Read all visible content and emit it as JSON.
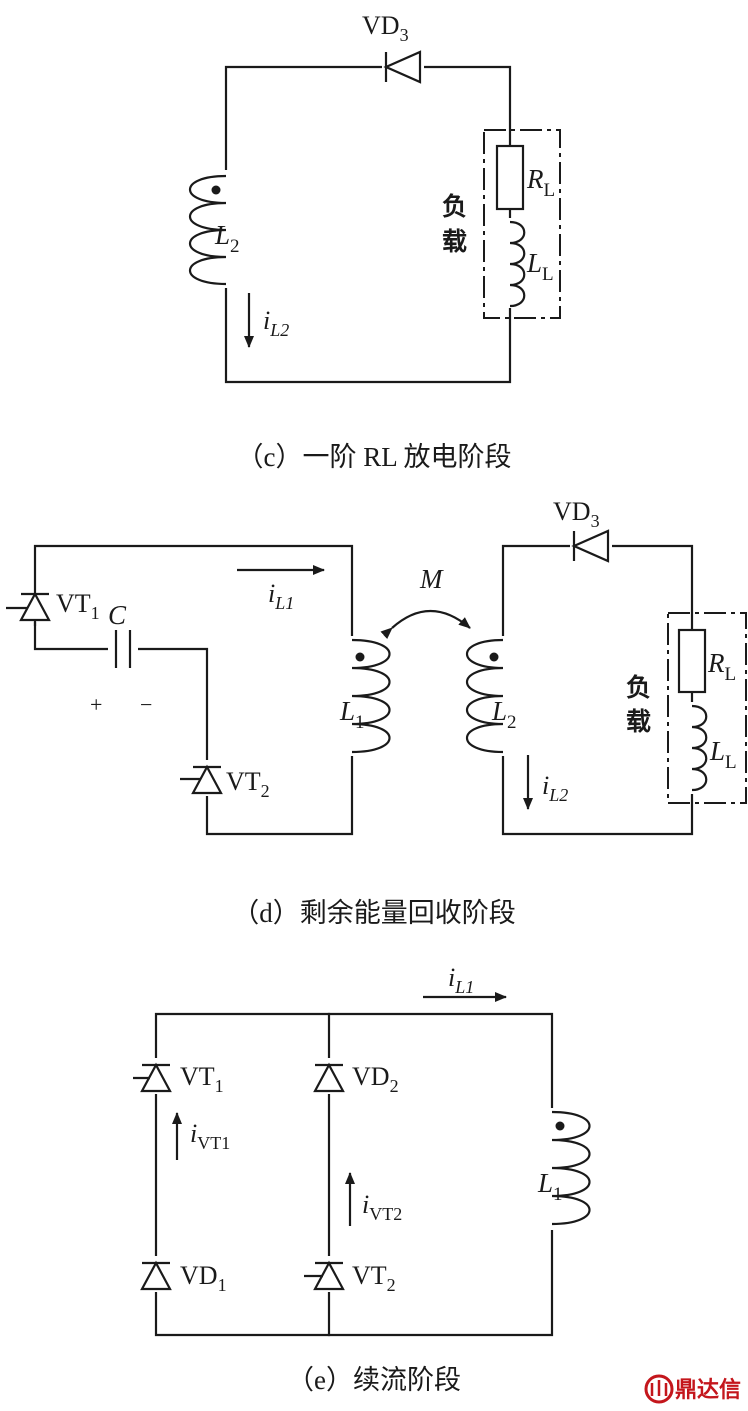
{
  "figure_c": {
    "caption": "（c）一阶 RL 放电阶段",
    "labels": {
      "vd3": {
        "base": "VD",
        "sub": "3"
      },
      "l2": {
        "base": "L",
        "sub": "2"
      },
      "il2": {
        "base": "i",
        "sub": "L2"
      },
      "rl": {
        "base": "R",
        "sub": "L"
      },
      "ll": {
        "base": "L",
        "sub": "L"
      },
      "load": [
        "负",
        "载"
      ]
    }
  },
  "figure_d": {
    "caption": "（d）剩余能量回收阶段",
    "labels": {
      "vt1": {
        "base": "VT",
        "sub": "1"
      },
      "vt2": {
        "base": "VT",
        "sub": "2"
      },
      "c": "C",
      "plus": "+",
      "minus": "−",
      "il1": {
        "base": "i",
        "sub": "L1"
      },
      "m": "M",
      "l1": {
        "base": "L",
        "sub": "1"
      },
      "l2": {
        "base": "L",
        "sub": "2"
      },
      "il2": {
        "base": "i",
        "sub": "L2"
      },
      "vd3": {
        "base": "VD",
        "sub": "3"
      },
      "rl": {
        "base": "R",
        "sub": "L"
      },
      "ll": {
        "base": "L",
        "sub": "L"
      },
      "load": [
        "负",
        "载"
      ]
    }
  },
  "figure_e": {
    "caption": "（e）续流阶段",
    "labels": {
      "il1": {
        "base": "i",
        "sub": "L1"
      },
      "vt1": {
        "base": "VT",
        "sub": "1"
      },
      "ivt1": {
        "base": "i",
        "sub": "VT1"
      },
      "vd1": {
        "base": "VD",
        "sub": "1"
      },
      "vd2": {
        "base": "VD",
        "sub": "2"
      },
      "ivt2": {
        "base": "i",
        "sub": "VT2"
      },
      "vt2": {
        "base": "VT",
        "sub": "2"
      },
      "l1": {
        "base": "L",
        "sub": "1"
      }
    }
  },
  "watermark": {
    "text": "鼎达信"
  },
  "colors": {
    "ink": "#1a1a1a",
    "watermark": "#c4161c"
  }
}
